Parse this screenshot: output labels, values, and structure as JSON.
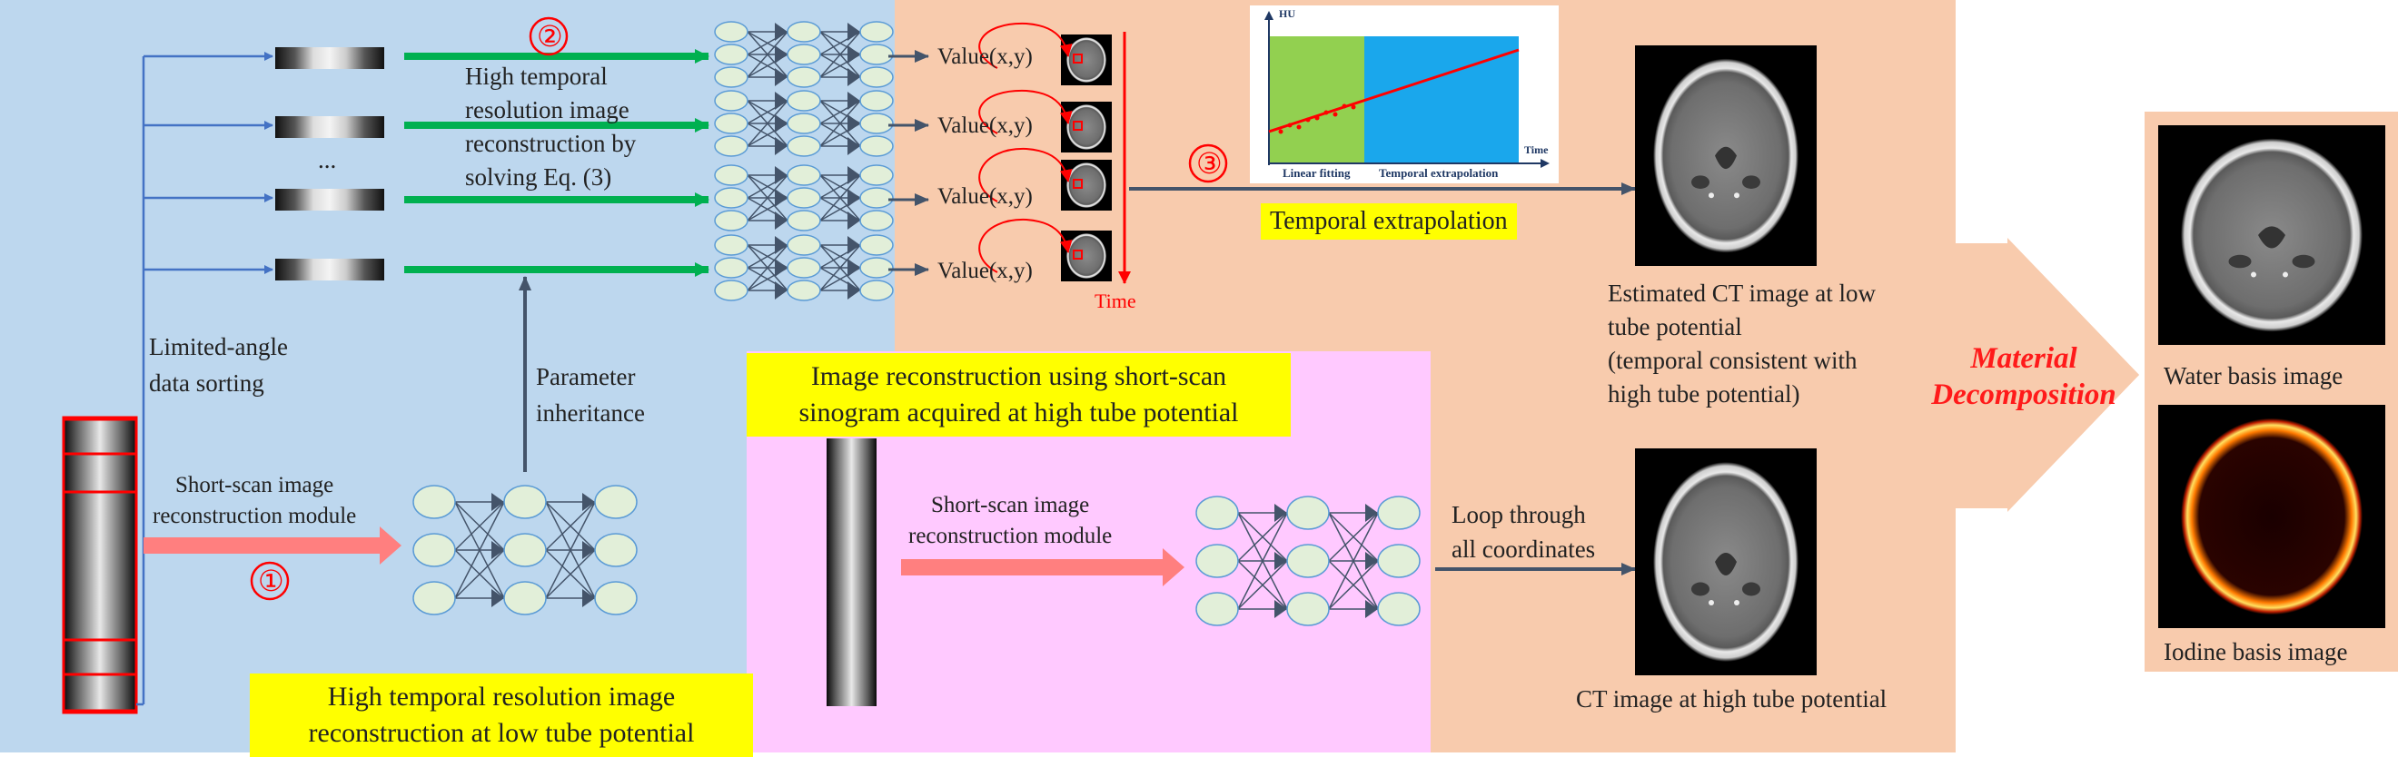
{
  "labels": {
    "limited_angle": "Limited-angle\ndata sorting",
    "ellipsis": "...",
    "high_temporal_reconstruction": "High temporal\nresolution image\nreconstruction by\nsolving Eq. (3)",
    "parameter_inheritance": "Parameter\ninheritance",
    "short_scan_module_1": "Short-scan image\nreconstruction module",
    "short_scan_module_2": "Short-scan image\nreconstruction module",
    "value_xy": "Value(x,y)",
    "time_axis": "Time",
    "estimated_ct": "Estimated CT image at low\ntube potential\n(temporal consistent with\nhigh tube potential)",
    "loop_coords": "Loop through\nall coordinates",
    "ct_high": "CT image at high tube potential",
    "water_basis": "Water basis image",
    "iodine_basis": "Iodine basis image"
  },
  "highlights": {
    "low_tube_recon": "High temporal resolution image\nreconstruction at low tube potential",
    "high_tube_recon": "Image reconstruction using short-scan\nsinogram acquired at high tube potential",
    "temporal_extrapolation": "Temporal extrapolation",
    "material_decomposition": "Material\nDecomposition"
  },
  "step_markers": [
    "①",
    "②",
    "③"
  ],
  "inset_plot": {
    "y_label": "HU",
    "x_label": "Time",
    "region_fit": "Linear fitting",
    "region_extrap": "Temporal extrapolation"
  },
  "colors": {
    "blue_panel": "#bdd7ee",
    "salmon_panel": "#f8cbad",
    "pink_panel": "#ffc9ff",
    "green_arrow": "#00b050",
    "red_arrow": "#ff7f7f",
    "node_fill": "#e2efd9",
    "connector": "#44546a",
    "highlight": "#ffff00",
    "marker_red": "#ff0000"
  }
}
